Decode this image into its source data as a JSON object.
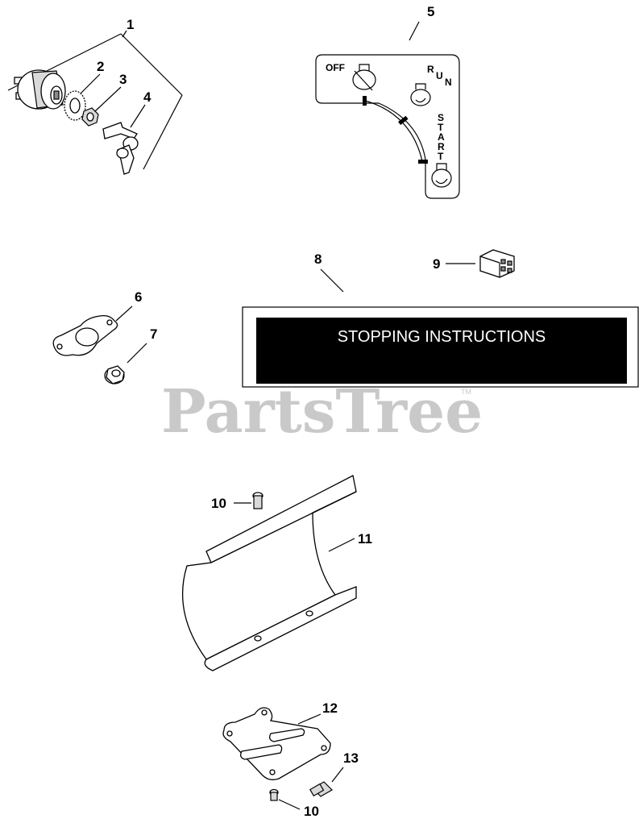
{
  "watermark": {
    "text": "PartsTree",
    "trademark": "TM"
  },
  "callouts": [
    "1",
    "2",
    "3",
    "4",
    "5",
    "6",
    "7",
    "8",
    "9",
    "10",
    "11",
    "12",
    "13",
    "10"
  ],
  "decal_5": {
    "off": "OFF",
    "run": [
      "R",
      "U",
      "N"
    ],
    "start": [
      "S",
      "T",
      "A",
      "R",
      "T"
    ]
  },
  "decal_8": {
    "text": "STOPPING INSTRUCTIONS"
  }
}
